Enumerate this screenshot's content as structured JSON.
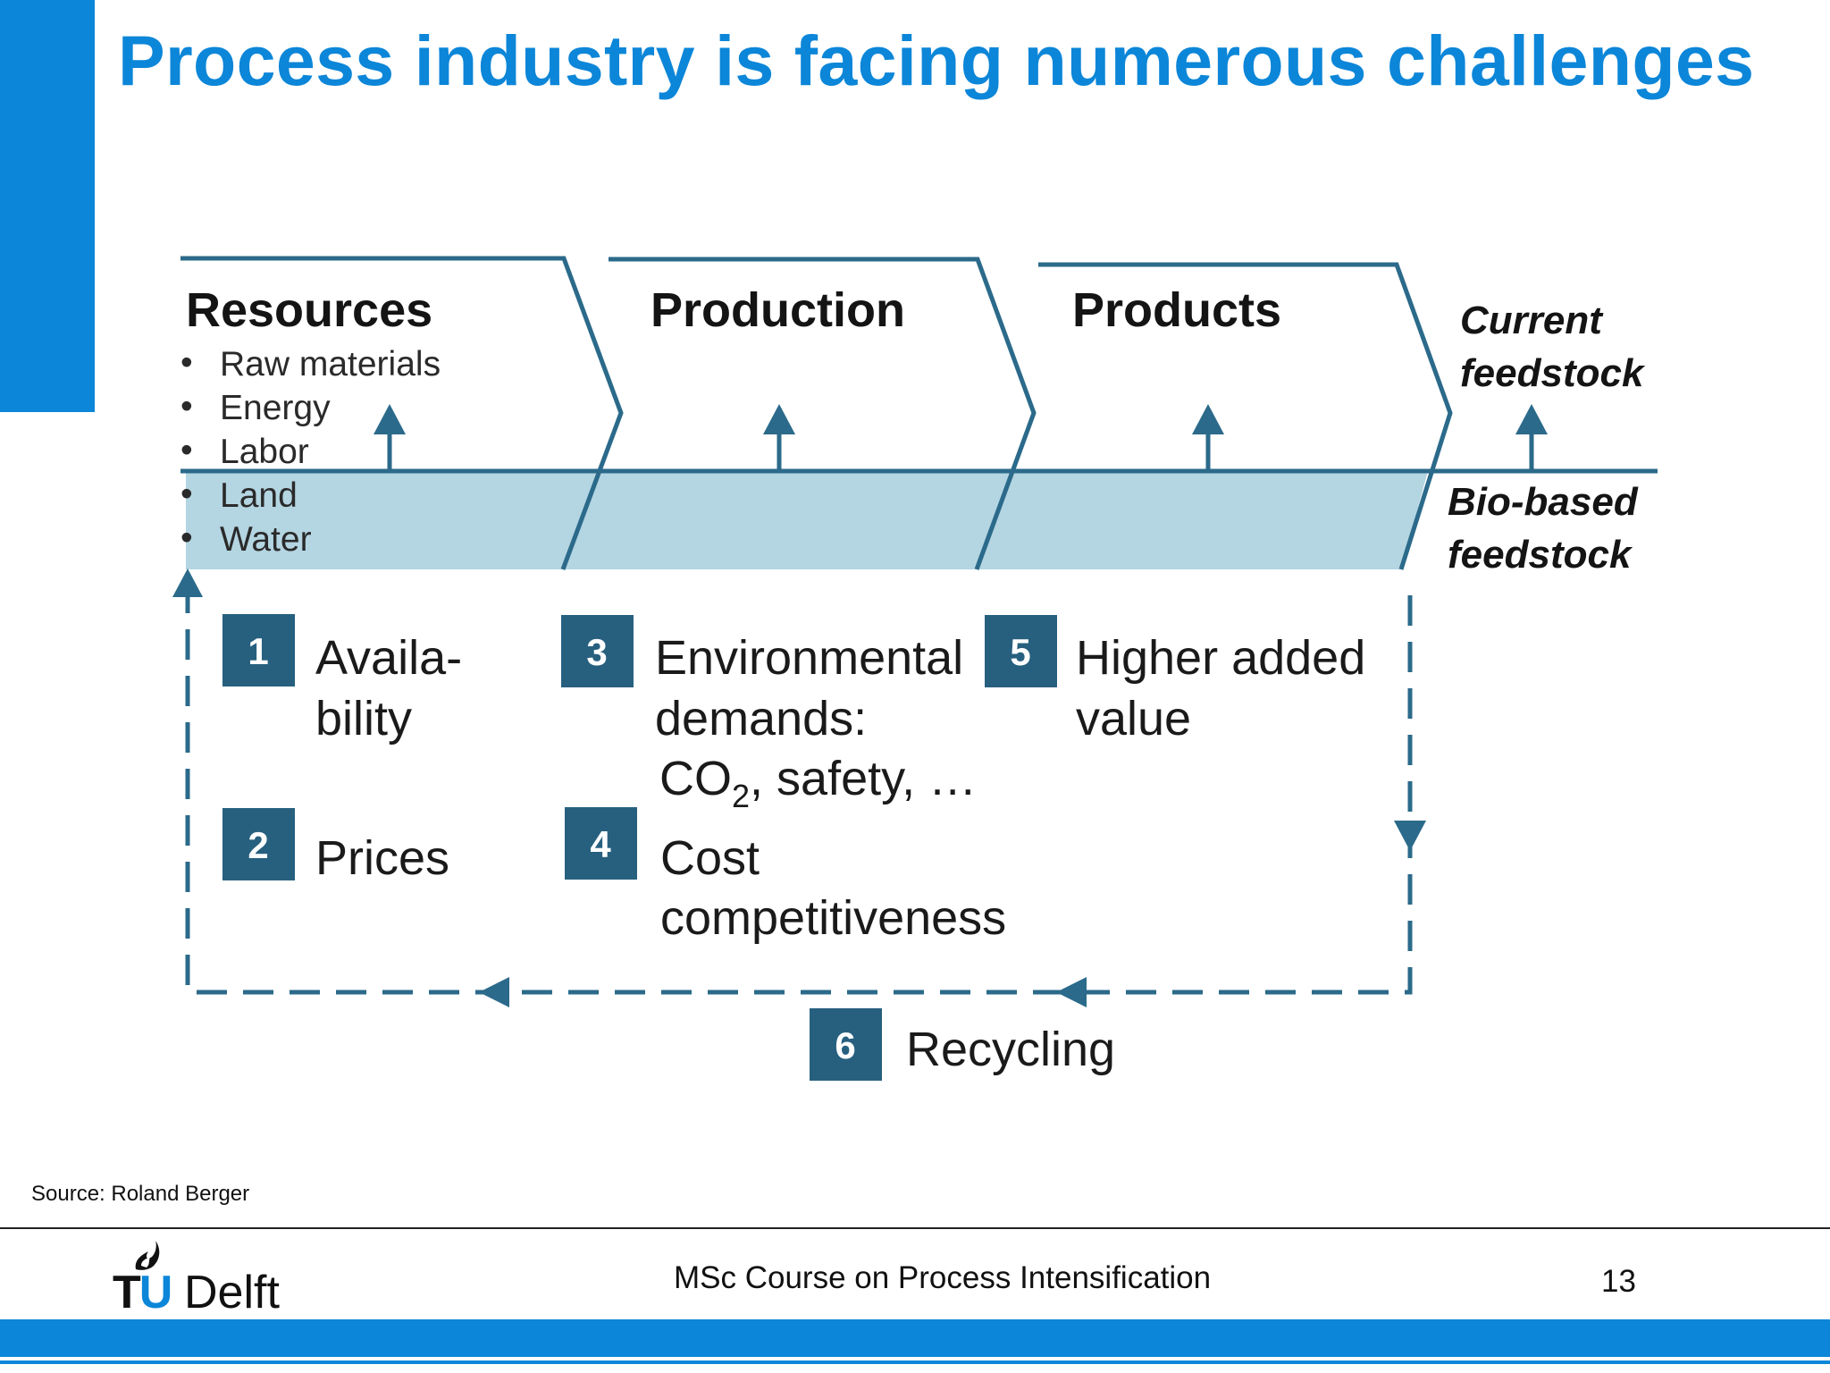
{
  "slide": {
    "title": "Process industry is facing numerous challenges",
    "source": "Source: Roland Berger",
    "course": "MSc Course on Process Intensification",
    "page_number": "13",
    "logo": {
      "tu": "TU",
      "delft": "Delft"
    }
  },
  "diagram": {
    "stages": [
      {
        "label": "Resources",
        "bullets": [
          "Raw materials",
          "Energy",
          "Labor",
          "Land",
          "Water"
        ]
      },
      {
        "label": "Production"
      },
      {
        "label": "Products"
      }
    ],
    "feedstock": {
      "current_line1": "Current",
      "current_line2": "feedstock",
      "bio_line1": "Bio-based",
      "bio_line2": "feedstock"
    },
    "challenges": [
      {
        "number": "1",
        "line1": "Availa-",
        "line2": "bility"
      },
      {
        "number": "2",
        "line1": "Prices"
      },
      {
        "number": "3",
        "line1": "Environmental",
        "line2": "demands:",
        "line3_main": "CO",
        "line3_sub": "2",
        "line3_rest": ", safety, …"
      },
      {
        "number": "4",
        "line1": "Cost",
        "line2": "competitiveness"
      },
      {
        "number": "5",
        "line1": "Higher added",
        "line2": "value"
      },
      {
        "number": "6",
        "line1": "Recycling"
      }
    ]
  },
  "colors": {
    "accent": "#0c86d8",
    "diagram_line": "#2b6a8a",
    "number_box": "#27607f",
    "bio_band": "#b4d5e2"
  }
}
